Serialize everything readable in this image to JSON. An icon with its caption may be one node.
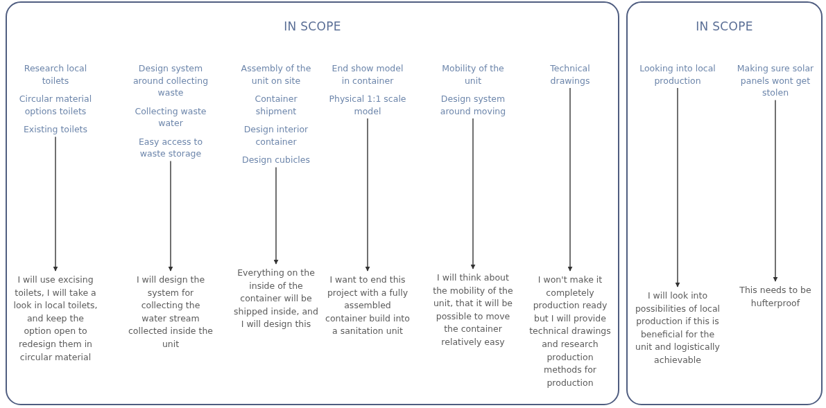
{
  "diagram": {
    "nodes": [
      {
        "text": [
          "IN SCOPE"
        ]
      },
      {
        "text": [
          "Research local toilets",
          "Circular material options toilets",
          "Existing toilets"
        ],
        "in": 0
      },
      {
        "text": [
          "I will use excising toilets, I will take a look in local toilets, and keep the option open to redesign them in circular material"
        ],
        "in": 0
      },
      {
        "text": [
          "Design system around collecting waste",
          "Collecting waste water",
          "Easy access to waste storage"
        ],
        "in": 0
      },
      {
        "text": [
          "I will design the system for collecting the water stream collected inside the unit"
        ],
        "in": 0
      },
      {
        "text": [
          "Assembly of the unit on site",
          "Container shipment",
          "Design interior container",
          "Design cubicles"
        ],
        "in": 0
      },
      {
        "text": [
          "Everything on the inside of the container will be shipped inside, and I will design this"
        ],
        "in": 0
      },
      {
        "text": [
          "End show model in container",
          "Physical 1:1 scale model"
        ],
        "in": 0
      },
      {
        "text": [
          "I want to end this project with a fully assembled container build into a sanitation unit"
        ],
        "in": 0
      },
      {
        "text": [
          "Mobility of the unit",
          "Design system around moving"
        ],
        "in": 0
      },
      {
        "text": [
          "I will think about the mobility of the unit, that it will be possible to move the container relatively easy"
        ],
        "in": 0
      },
      {
        "text": [
          "Technical drawings"
        ],
        "in": 0
      },
      {
        "text": [
          "I won't make it completely production ready but I will provide technical drawings and research production methods for production"
        ],
        "in": 0
      },
      {
        "text": [
          "IN SCOPE"
        ]
      },
      {
        "text": [
          "Looking into local production"
        ],
        "in": 13
      },
      {
        "text": [
          "I will look into possibilities of local production if this is beneficial for the unit and logistically achievable"
        ],
        "in": 13
      },
      {
        "text": [
          "Making sure solar panels wont get stolen"
        ],
        "in": 13
      },
      {
        "text": [
          "This needs to be hufterproof"
        ],
        "in": 13
      }
    ],
    "edges": [
      {
        "from": 1,
        "to": 2,
        "arrow": "to"
      },
      {
        "from": 3,
        "to": 4,
        "arrow": "to"
      },
      {
        "from": 5,
        "to": 6,
        "arrow": "to"
      },
      {
        "from": 7,
        "to": 8,
        "arrow": "to"
      },
      {
        "from": 9,
        "to": 10,
        "arrow": "to"
      },
      {
        "from": 11,
        "to": 12,
        "arrow": "to"
      },
      {
        "from": 14,
        "to": 15,
        "arrow": "to"
      },
      {
        "from": 16,
        "to": 17,
        "arrow": "to"
      }
    ]
  }
}
